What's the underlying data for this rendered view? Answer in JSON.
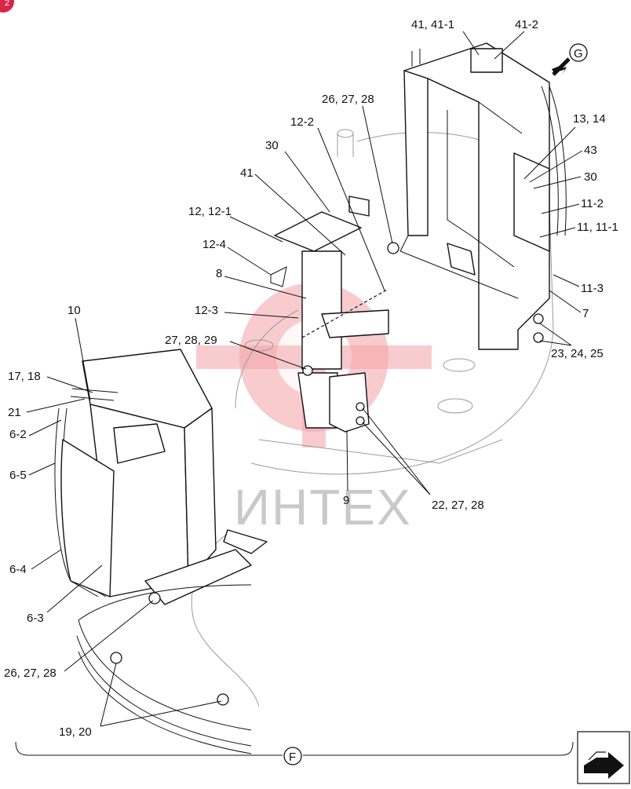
{
  "page_badge": "2",
  "watermark": "ИНТЕХ",
  "view_markers": {
    "g": "G",
    "f": "F"
  },
  "callouts": {
    "c41_41_1": "41, 41-1",
    "c41_2": "41-2",
    "c26_27_28_top": "26, 27, 28",
    "c12_2": "12-2",
    "c13_14": "13, 14",
    "c30_top": "30",
    "c43": "43",
    "c30_right": "30",
    "c41": "41",
    "c11_2": "11-2",
    "c12_12_1": "12, 12-1",
    "c11_11_1": "11, 11-1",
    "c12_4": "12-4",
    "c8": "8",
    "c11_3": "11-3",
    "c12_3": "12-3",
    "c7": "7",
    "c10": "10",
    "c27_28_29": "27, 28, 29",
    "c23_24_25": "23, 24, 25",
    "c17_18": "17, 18",
    "c21": "21",
    "c6_2": "6-2",
    "c6_5": "6-5",
    "c9": "9",
    "c22_27_28": "22, 27, 28",
    "c6_4": "6-4",
    "c6_3": "6-3",
    "c26_27_28_bottom": "26, 27, 28",
    "c19_20": "19, 20"
  }
}
